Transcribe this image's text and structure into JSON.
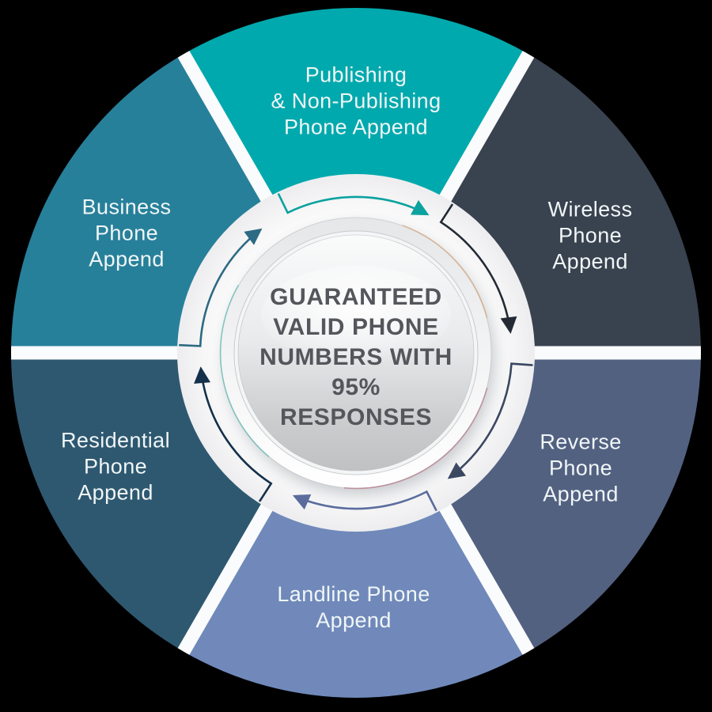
{
  "theme": {
    "background": "#000000",
    "divider_color": "#fafbfc",
    "ring_color": "#fdfdfe",
    "label_color": "#f0f6f7",
    "center_text_color": "#54565b"
  },
  "center": {
    "lines": [
      "GUARANTEED",
      "VALID PHONE",
      "NUMBERS WITH",
      "95%",
      "RESPONSES"
    ]
  },
  "segments": [
    {
      "id": "publishing",
      "lines": [
        "Publishing",
        "& Non-Publishing",
        "Phone Append"
      ],
      "color": "#00a9ad",
      "arrow_color": "#0ba29f"
    },
    {
      "id": "wireless",
      "lines": [
        "Wireless",
        "Phone",
        "Append"
      ],
      "color": "#39424f",
      "arrow_color": "#232a34"
    },
    {
      "id": "reverse",
      "lines": [
        "Reverse",
        "Phone",
        "Append"
      ],
      "color": "#536181",
      "arrow_color": "#3a4760"
    },
    {
      "id": "landline",
      "lines": [
        "Landline Phone",
        "Append"
      ],
      "color": "#7089ba",
      "arrow_color": "#5a6c9e"
    },
    {
      "id": "residential",
      "lines": [
        "Residential",
        "Phone",
        "Append"
      ],
      "color": "#2e5870",
      "arrow_color": "#14304a"
    },
    {
      "id": "business",
      "lines": [
        "Business",
        "Phone",
        "Append"
      ],
      "color": "#27809a",
      "arrow_color": "#2d6a83"
    }
  ]
}
